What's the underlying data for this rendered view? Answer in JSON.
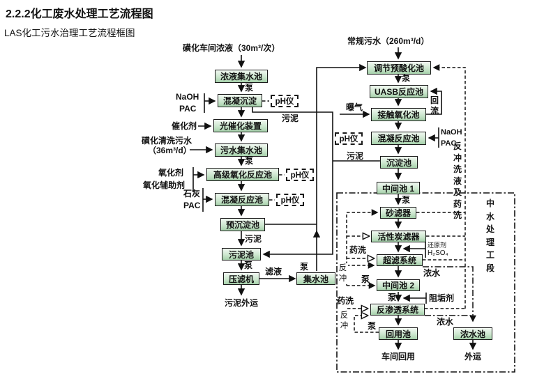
{
  "page": {
    "title": "2.2.2化工废水处理工艺流程图",
    "subtitle": "LAS化工污水治理工艺流程框图"
  },
  "colors": {
    "box_fill_light": "#f1f8f1",
    "box_fill_green": "#a6d1ab",
    "box_border": "#1b1b1b",
    "line": "#111111"
  },
  "nodes": {
    "concentrate_sump": "浓液集水池",
    "coag_sedimentation": "混凝沉淀",
    "photocatalytic_unit": "光催化装置",
    "sewage_sump": "污水集水池",
    "adv_oxidation": "高级氧化反应池",
    "coag_reaction_left": "混凝反应池",
    "pre_sedimentation": "预沉淀池",
    "sludge_pool": "污泥池",
    "filter_press": "压滤机",
    "collect_pool": "集水池",
    "regulating_preacid": "调节预酸化池",
    "uasb": "UASB反应池",
    "contact_oxidation": "接触氧化池",
    "coag_reaction_right": "混凝反应池",
    "sedimentation": "沉淀池",
    "mid_pool_1": "中间池 1",
    "sand_filter": "砂滤器",
    "carbon_filter": "活性炭滤器",
    "uf_system": "超滤系统",
    "mid_pool_2": "中间池 2",
    "ro_system": "反渗透系统",
    "reuse_pool": "回用池",
    "conc_pool": "浓水池"
  },
  "labels": {
    "sulfonation_concentrate": "磺化车间浓液（30m³/次）",
    "regular_sewage": "常规污水（260m³/d）",
    "naoh": "NaOH",
    "pac": "PAC",
    "catalyst": "催化剂",
    "sulfonation_wash_1": "磺化清洗污水",
    "sulfonation_wash_2": "（36m³/d）",
    "oxidant": "氧化剂",
    "oxidant_aid": "氧化辅助剂",
    "lime": "石灰",
    "aeration": "曝气",
    "reflux": "回流",
    "ph_meter": "pH仪",
    "pump": "泵",
    "sludge": "污泥",
    "filtrate": "滤液",
    "sludge_out": "污泥外运",
    "reductant": "还原剂",
    "h2so4": "H₂SO₄",
    "antiscalant": "阻垢剂",
    "conc_water": "浓水",
    "chem_wash": "药洗",
    "backwash": "反冲",
    "backwash_return": "反冲洗液及药洗",
    "reuse_section": "中水处理工段",
    "workshop_reuse": "车间回用",
    "outbound": "外运"
  }
}
